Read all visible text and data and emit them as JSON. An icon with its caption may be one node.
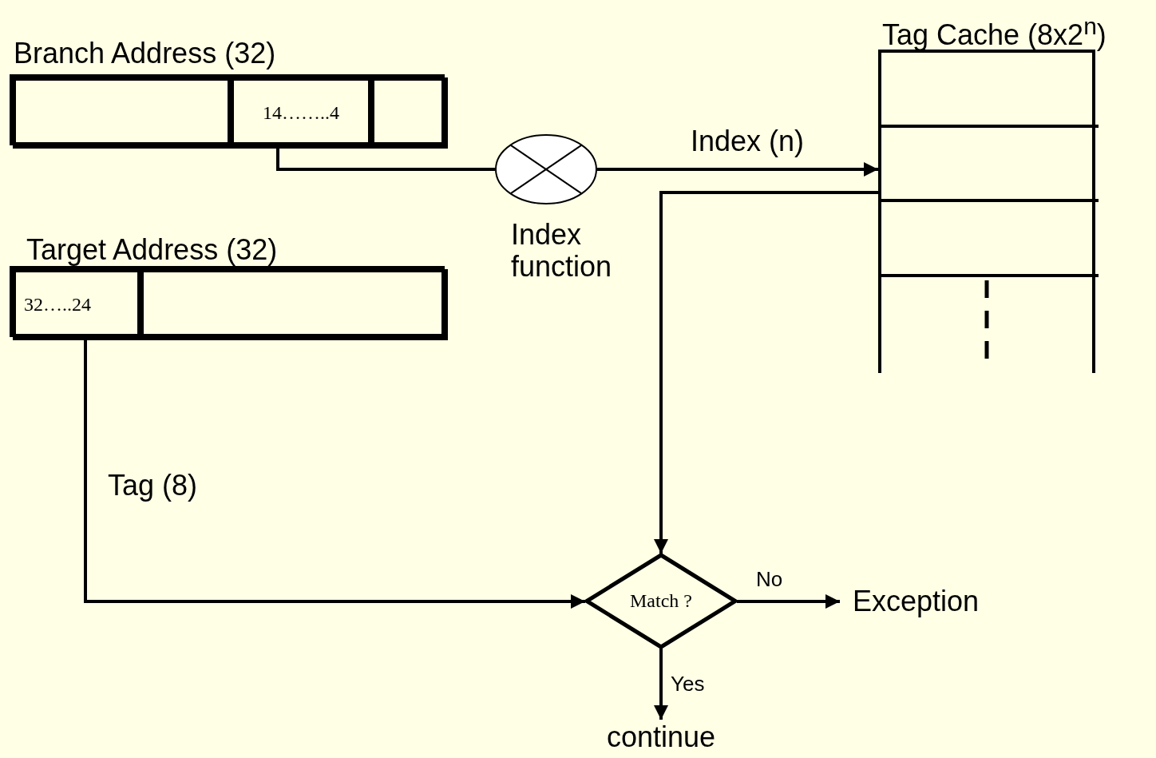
{
  "diagram": {
    "nodes": [
      {
        "text": [
          "Branch Address (32)"
        ]
      },
      {
        "text": [],
        "shape": "box",
        "in": 0
      },
      {
        "text": [
          "14……..4"
        ],
        "in": 0
      },
      {
        "text": [],
        "shape": "box",
        "in": 0
      },
      {
        "text": [
          "Target Address (32)"
        ]
      },
      {
        "text": [
          "32…..24"
        ],
        "in": 4
      },
      {
        "text": [],
        "shape": "box",
        "in": 4
      },
      {
        "text": [],
        "shape": "circle",
        "beside": [
          "Index function"
        ]
      },
      {
        "text": [
          "Tag Cache (8x2$^{n}$)"
        ]
      },
      {
        "text": [],
        "shape": "box",
        "in": 8
      },
      {
        "text": [],
        "shape": "box",
        "in": 8
      },
      {
        "text": [],
        "shape": "box",
        "in": 8
      },
      {
        "text": [
          "Match ?"
        ]
      },
      {
        "text": [
          "Exception"
        ]
      },
      {
        "text": [
          "continue"
        ]
      }
    ],
    "edges": [
      {
        "from": 2,
        "to": 7,
        "arrow": "none"
      },
      {
        "from": 7,
        "to": 10,
        "arrow": "to",
        "label": "Index (n)"
      },
      {
        "from": 10,
        "to": 12,
        "arrow": "to"
      },
      {
        "from": 5,
        "to": 12,
        "arrow": "to",
        "label": "Tag (8)"
      },
      {
        "from": 12,
        "to": 13,
        "arrow": "to",
        "label": "No"
      },
      {
        "from": 12,
        "to": 14,
        "arrow": "to",
        "label": "Yes"
      }
    ]
  }
}
